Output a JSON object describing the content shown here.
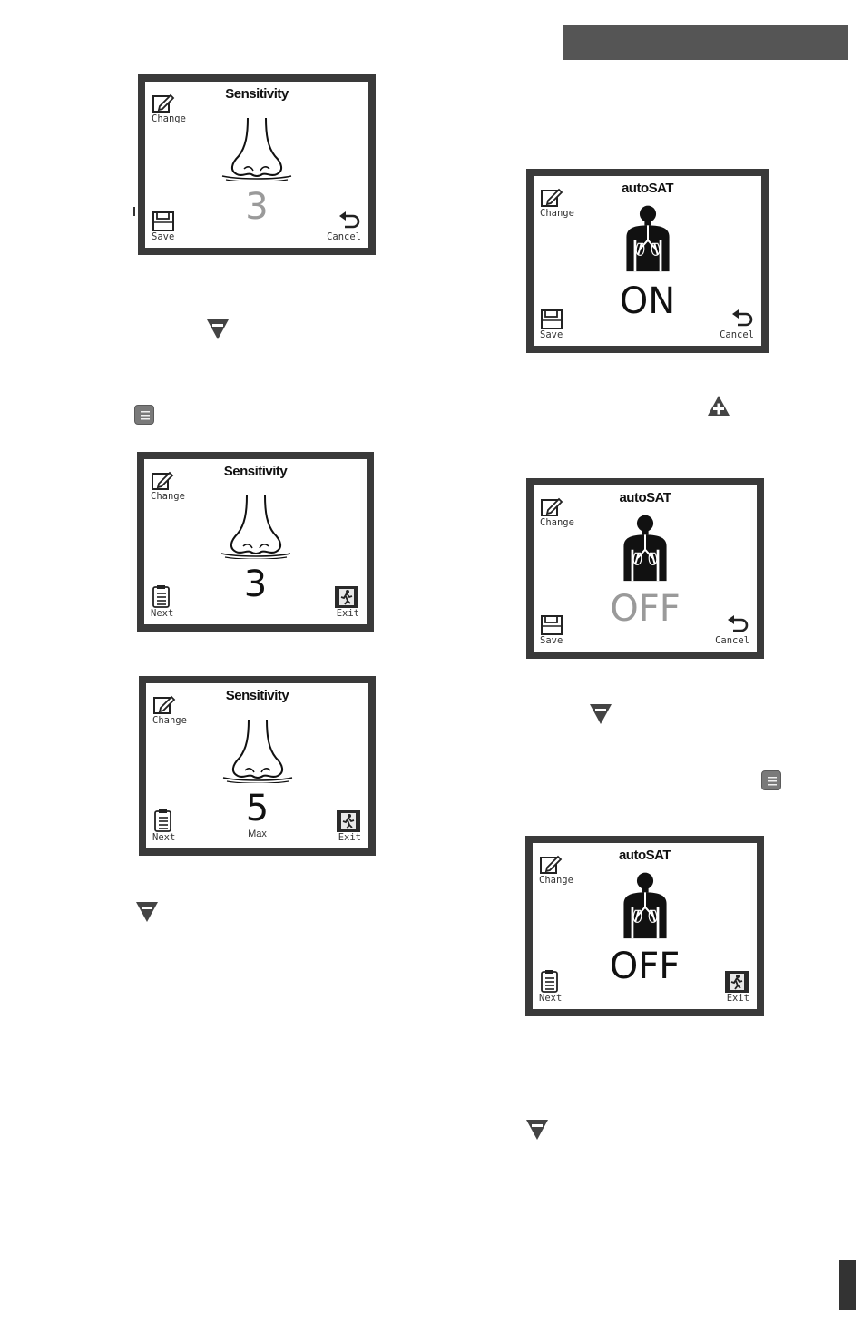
{
  "screens": {
    "s1": {
      "title": "Sensitivity",
      "change": "Change",
      "save": "Save",
      "cancel": "Cancel",
      "value": "3"
    },
    "s2": {
      "title": "Sensitivity",
      "change": "Change",
      "next": "Next",
      "exit": "Exit",
      "value": "3"
    },
    "s3": {
      "title": "Sensitivity",
      "change": "Change",
      "next": "Next",
      "exit": "Exit",
      "value": "5",
      "sub": "Max"
    },
    "s4": {
      "title": "autoSAT",
      "change": "Change",
      "save": "Save",
      "cancel": "Cancel",
      "value": "ON"
    },
    "s5": {
      "title": "autoSAT",
      "change": "Change",
      "save": "Save",
      "cancel": "Cancel",
      "value": "OFF"
    },
    "s6": {
      "title": "autoSAT",
      "change": "Change",
      "next": "Next",
      "exit": "Exit",
      "value": "OFF"
    }
  },
  "icons": {
    "down": "down-triangle-button",
    "up": "up-triangle-plus-button",
    "menu": "menu-button"
  },
  "colors": {
    "header_bar": "#555555",
    "screen_border": "#3a3a3a",
    "value_dim": "#9a9a9a"
  }
}
